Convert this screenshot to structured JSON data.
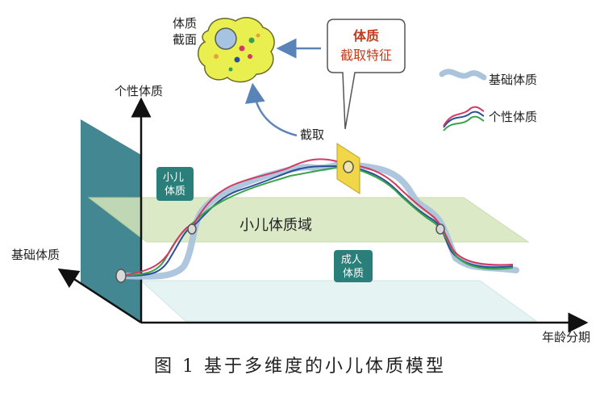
{
  "diagram": {
    "axes": {
      "vertical": "个性体质",
      "horizontal": "年龄分期",
      "depth": "基础体质"
    },
    "cross_section_label": "体质\n截面",
    "callout": {
      "title": "体质",
      "subtitle": "截取特征"
    },
    "cut_label": "截取",
    "legend": {
      "base": "基础体质",
      "individual": "个性体质"
    },
    "child_badge": "小儿\n体质",
    "adult_badge": "成人\n体质",
    "domain_label": "小儿体质域",
    "colors": {
      "base_line": "#aac4dc",
      "red_line": "#d23a62",
      "green_line": "#3aa24b",
      "blue_line": "#2c4f9a",
      "wall": "#2d7a86",
      "domain_plane": "#d7e6bd",
      "floor_plane": "#e6f3f3",
      "badge": "#2b7f7a",
      "cut_plate": "#f1d64a",
      "cell_body": "#e9ef4f",
      "cell_nucleus": "#a6c3e1",
      "arrow": "#5a84b8"
    }
  },
  "caption": "图 1   基于多维度的小儿体质模型"
}
